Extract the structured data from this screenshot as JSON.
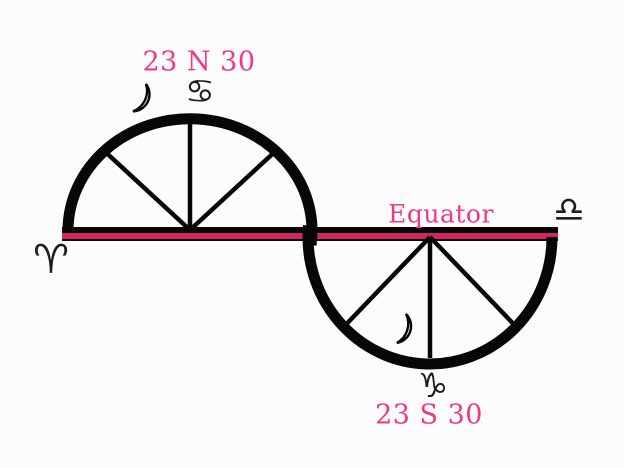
{
  "figure": {
    "north_declination": "23 N 30",
    "south_declination": "23 S 30",
    "equator_label": "Equator",
    "signs": {
      "aries": "♈",
      "cancer": "♋",
      "libra": "♎",
      "capricorn": "♑"
    },
    "moon_symbol": "☽",
    "colors": {
      "label_pink": "#F0388A",
      "equator_stripe": "#D2265F",
      "ink": "#070707"
    }
  }
}
